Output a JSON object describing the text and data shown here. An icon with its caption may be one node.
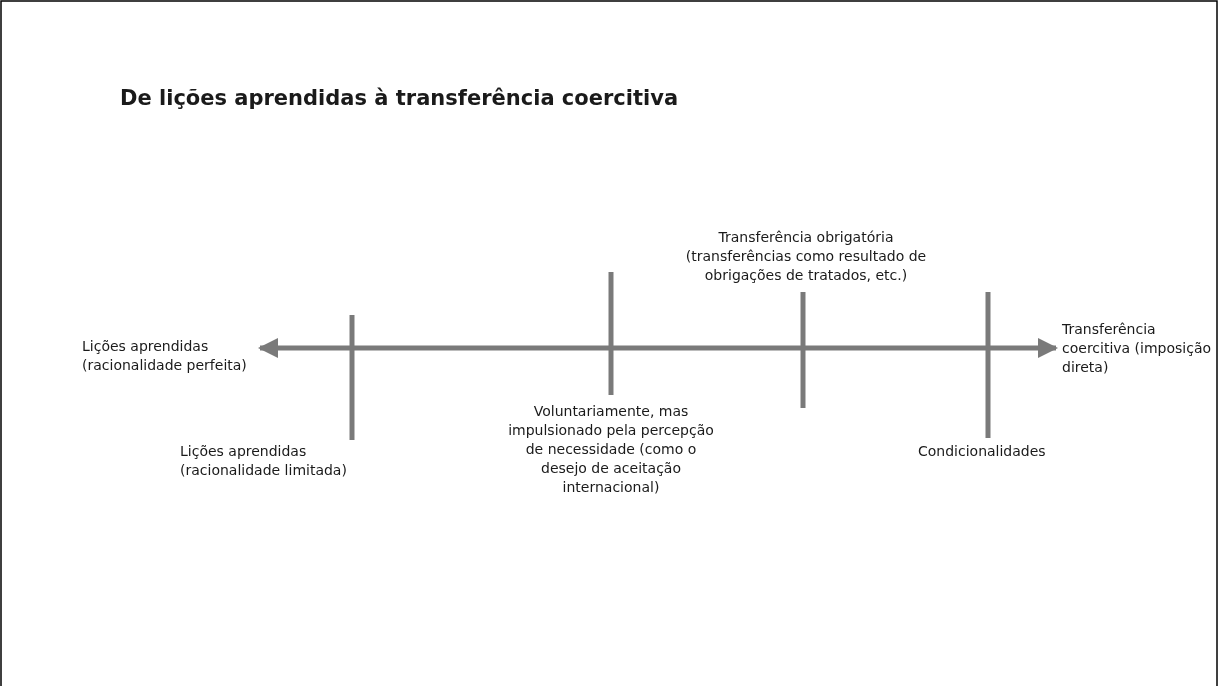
{
  "diagram": {
    "title": "De lições aprendidas à transferência coercitiva",
    "nodes": [
      {
        "text": [
          "Lições aprendidas (racionalidade perfeita)"
        ]
      },
      {
        "text": [
          "Transferência coercitiva (imposição direta)"
        ]
      }
    ],
    "edges": [
      {
        "from": 0,
        "to": 1,
        "arrow": "both"
      }
    ],
    "labels": [
      "Transferência obrigatória (transferências como resultado de obrigações de tratados, etc.)",
      "Lições aprendidas (racionalidade limitada)",
      "Voluntariamente, mas impulsionado pela percepção de necessidade (como o desejo de aceitação internacional)",
      "Condicionalidades"
    ]
  }
}
